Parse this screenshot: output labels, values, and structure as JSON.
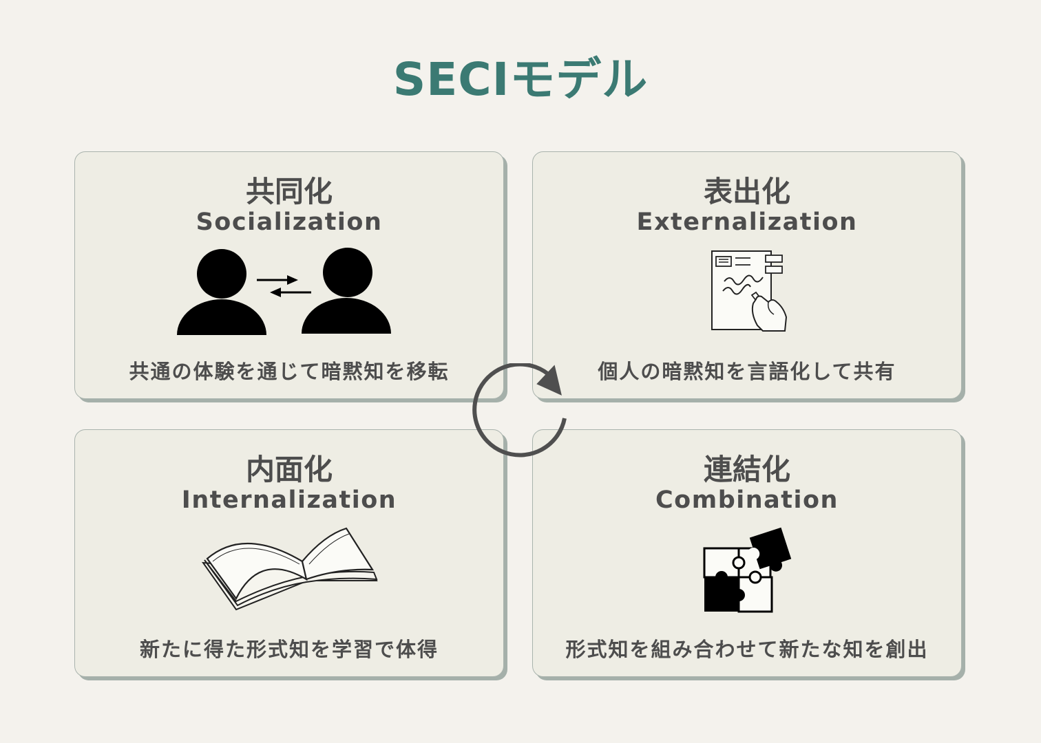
{
  "title": "SECIモデル",
  "quadrants": [
    {
      "title_jp": "共同化",
      "title_en": "Socialization",
      "description": "共通の体験を通じて暗黙知を移転",
      "icon": "two-people-exchange-icon"
    },
    {
      "title_jp": "表出化",
      "title_en": "Externalization",
      "description": "個人の暗黙知を言語化して共有",
      "icon": "hand-writing-document-icon"
    },
    {
      "title_jp": "内面化",
      "title_en": "Internalization",
      "description": "新たに得た形式知を学習で体得",
      "icon": "open-book-icon"
    },
    {
      "title_jp": "連結化",
      "title_en": "Combination",
      "description": "形式知を組み合わせて新たな知を創出",
      "icon": "puzzle-pieces-icon"
    }
  ],
  "cycle_icon": "circular-arrow-icon",
  "colors": {
    "background": "#f4f2ed",
    "title": "#3b7a73",
    "card": "#eeede4",
    "card_shadow": "#a5b0aa",
    "text": "#4d4d4d"
  }
}
